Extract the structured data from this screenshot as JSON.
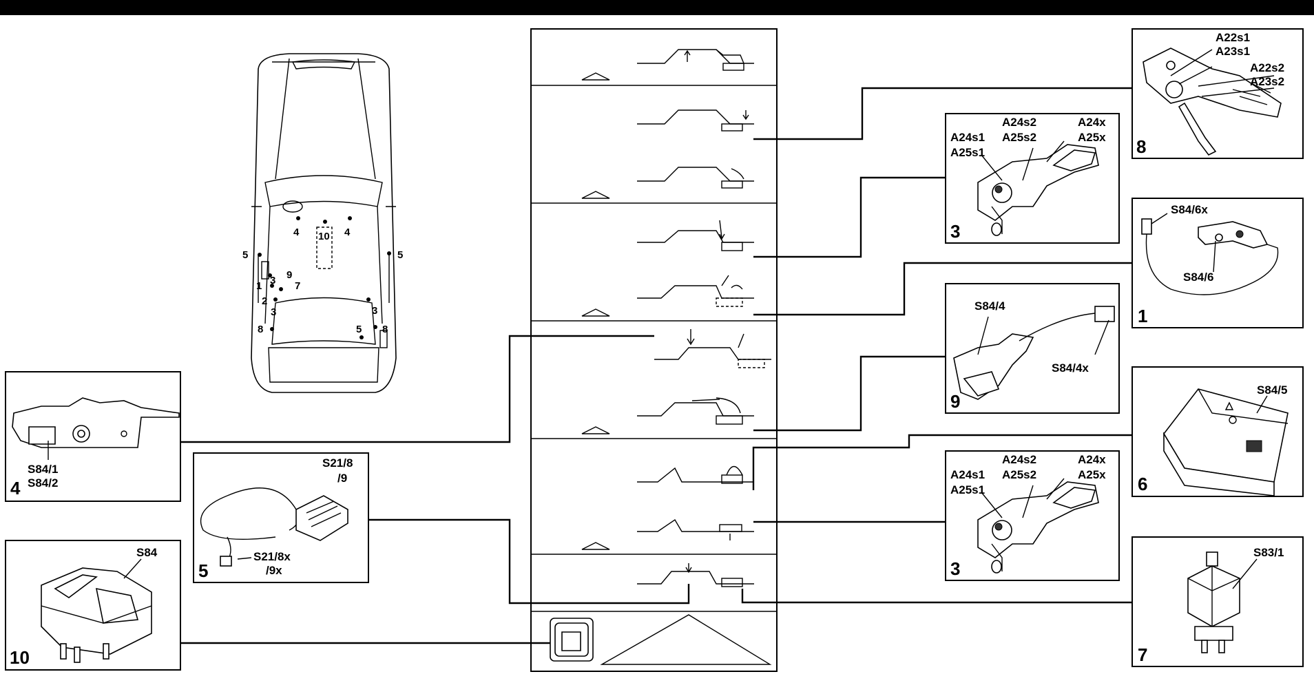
{
  "car_view": {
    "markers": [
      "4",
      "10",
      "4",
      "5",
      "5",
      "1",
      "3",
      "9",
      "2",
      "7",
      "3",
      "3",
      "8",
      "5",
      "8"
    ]
  },
  "panels": {
    "p8": {
      "number": "8",
      "labels": [
        "A22s1",
        "A23s1",
        "A22s2",
        "A23s2"
      ]
    },
    "p3_top": {
      "number": "3",
      "labels": [
        "A24s1",
        "A25s1",
        "A24s2",
        "A25s2",
        "A24x",
        "A25x"
      ]
    },
    "p1": {
      "number": "1",
      "labels": [
        "S84/6x",
        "S84/6"
      ]
    },
    "p9": {
      "number": "9",
      "labels": [
        "S84/4",
        "S84/4x"
      ]
    },
    "p6": {
      "number": "6",
      "labels": [
        "S84/5"
      ]
    },
    "p3_bot": {
      "number": "3",
      "labels": [
        "A24s1",
        "A25s1",
        "A24s2",
        "A25s2",
        "A24x",
        "A25x"
      ]
    },
    "p7": {
      "number": "7",
      "labels": [
        "S83/1"
      ]
    },
    "p4": {
      "number": "4",
      "labels": [
        "S84/1",
        "S84/2"
      ]
    },
    "p5": {
      "number": "5",
      "labels": [
        "S21/8",
        "/9",
        "S21/8x",
        "/9x"
      ]
    },
    "p10": {
      "number": "10",
      "labels": [
        "S84"
      ]
    }
  }
}
